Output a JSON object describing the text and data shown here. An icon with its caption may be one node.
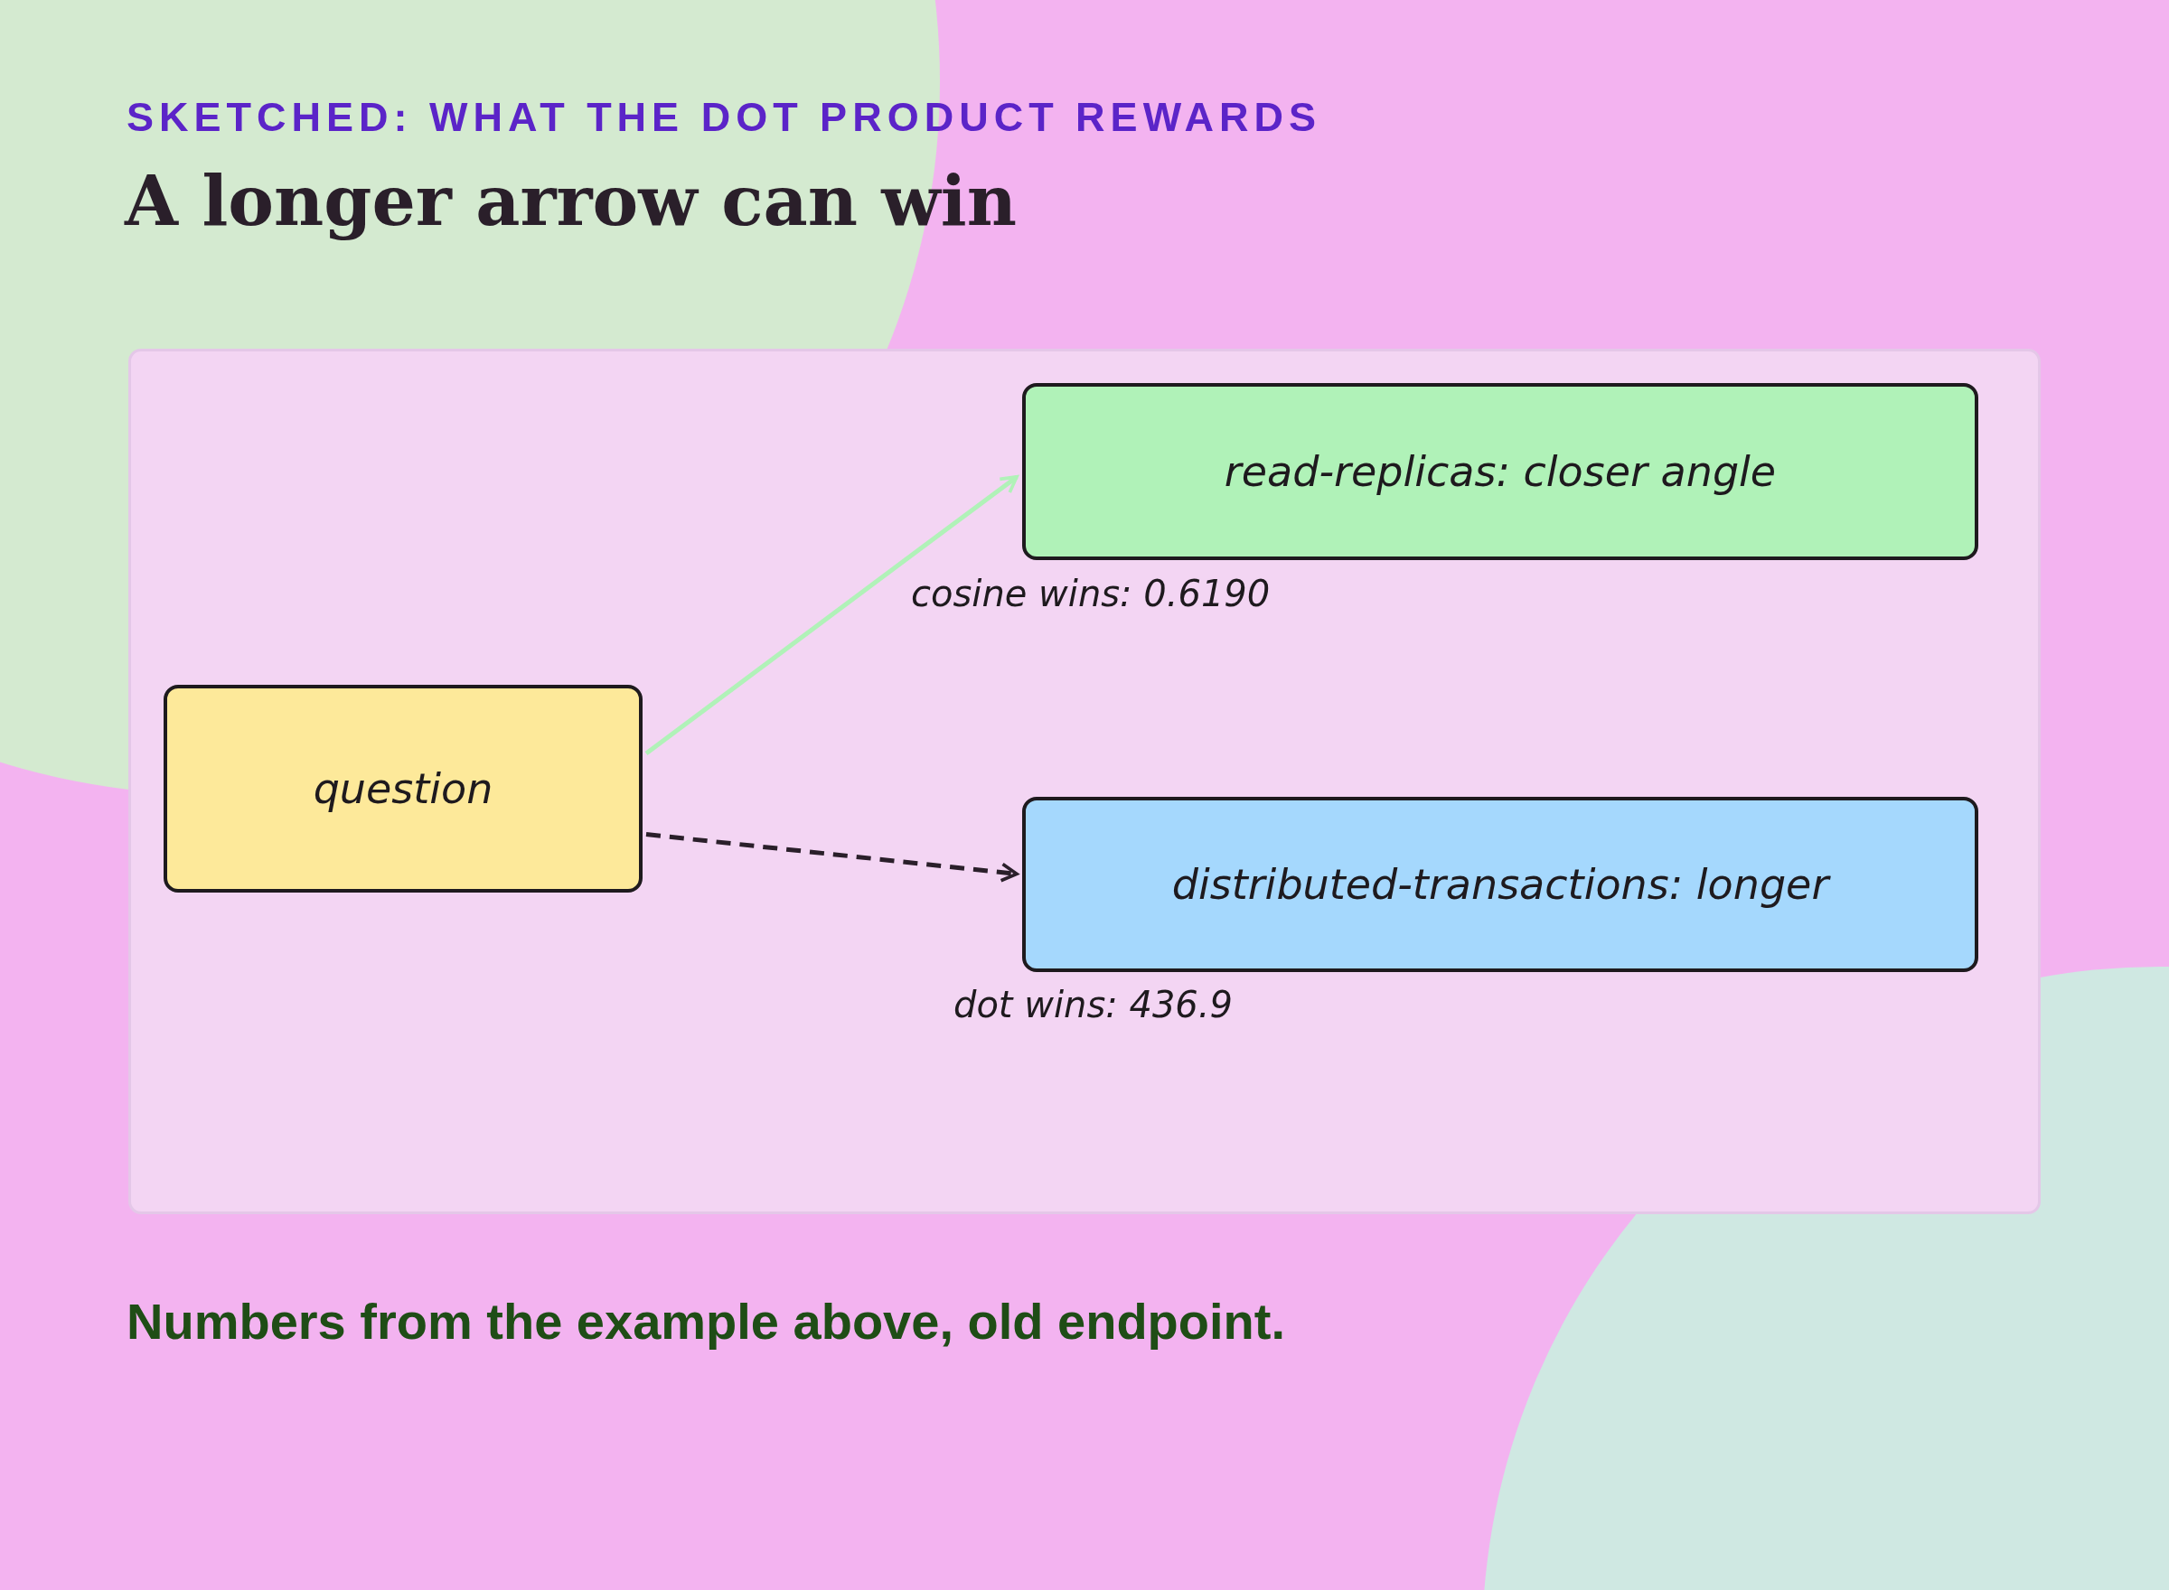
{
  "diagram": {
    "title": "A longer arrow can win",
    "caption": "Numbers from the example above, old endpoint.",
    "labels": [
      "SKETCHED: WHAT THE DOT PRODUCT REWARDS"
    ],
    "nodes": [
      {
        "text": [
          "question"
        ]
      },
      {
        "text": [
          "read-replicas: closer angle"
        ],
        "beside": [
          "cosine wins: 0.6190"
        ]
      },
      {
        "text": [
          "distributed-transactions: longer"
        ],
        "beside": [
          "dot wins: 436.9"
        ]
      }
    ],
    "edges": [
      {
        "from": 0,
        "to": 1,
        "arrow": "to",
        "color": "#b0f2b8"
      },
      {
        "from": 0,
        "to": 2,
        "arrow": "to",
        "style": "dashed",
        "color": "#2a1f2a"
      }
    ]
  }
}
